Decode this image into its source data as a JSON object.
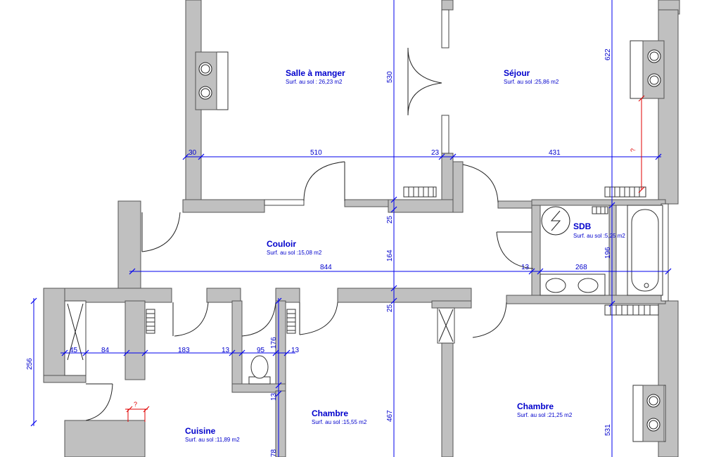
{
  "rooms": [
    {
      "key": "salle",
      "name": "Salle à manger",
      "area": "Surf. au sol : 26,23 m2"
    },
    {
      "key": "sejour",
      "name": "Séjour",
      "area": "Surf. au sol :25,86 m2"
    },
    {
      "key": "couloir",
      "name": "Couloir",
      "area": "Surf. au sol :15,08 m2"
    },
    {
      "key": "sdb",
      "name": "SDB",
      "area": "Surf. au sol :5,25 m2"
    },
    {
      "key": "chambre1",
      "name": "Chambre",
      "area": "Surf. au sol :15,55 m2"
    },
    {
      "key": "chambre2",
      "name": "Chambre",
      "area": "Surf. au sol :21,25 m2"
    },
    {
      "key": "cuisine",
      "name": "Cuisine",
      "area": "Surf. au sol :11,89 m2"
    }
  ],
  "dimensions": {
    "h_top": [
      "30",
      "510",
      "23",
      "431"
    ],
    "v_530": "530",
    "v_622": "622",
    "v_25a": "25",
    "v_164": "164",
    "v_196": "196",
    "h_844": "844",
    "h_13a": "13",
    "h_268": "268",
    "v_25b": "25",
    "v_256": "256",
    "h_45": "45",
    "h_84": "84",
    "h_183": "183",
    "h_13b": "13",
    "h_95": "95",
    "h_13c": "13",
    "v_176": "176",
    "v_13": "13",
    "v_467": "467",
    "v_531": "531",
    "v_78": "78"
  },
  "unknown_marks": [
    "?",
    "?"
  ],
  "colors": {
    "dimension": "#0000ee",
    "wall": "#c0c0c0",
    "unknown": "#e00000"
  }
}
